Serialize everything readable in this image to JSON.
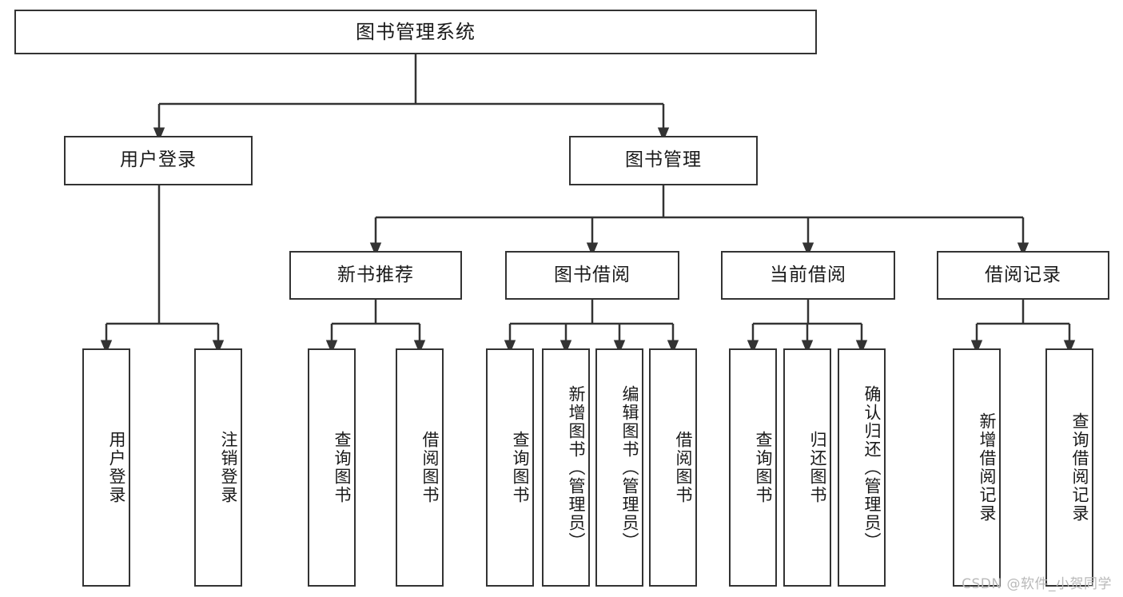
{
  "diagram": {
    "title": "图书管理系统",
    "type": "tree",
    "watermark": "CSDN @软件_小贺同学",
    "line_color": "#333333",
    "box_fill": "#ffffff",
    "text_color": "#1a1a1a",
    "watermark_color": "#b9b9b9",
    "root": {
      "label": "图书管理系统"
    },
    "level2": [
      {
        "label": "用户登录"
      },
      {
        "label": "图书管理"
      }
    ],
    "level3": [
      {
        "label": "新书推荐"
      },
      {
        "label": "图书借阅"
      },
      {
        "label": "当前借阅"
      },
      {
        "label": "借阅记录"
      }
    ],
    "leaves": {
      "user_login": [
        {
          "label": "用户登录"
        },
        {
          "label": "注销登录"
        }
      ],
      "new_book_recommend": [
        {
          "label": "查询图书"
        },
        {
          "label": "借阅图书"
        }
      ],
      "book_borrow": [
        {
          "label": "查询图书"
        },
        {
          "label": "新增图书（管理员）"
        },
        {
          "label": "编辑图书（管理员）"
        },
        {
          "label": "借阅图书"
        }
      ],
      "current_borrow": [
        {
          "label": "查询图书"
        },
        {
          "label": "归还图书"
        },
        {
          "label": "确认归还（管理员）"
        }
      ],
      "borrow_record": [
        {
          "label": "新增借阅记录"
        },
        {
          "label": "查询借阅记录"
        }
      ]
    }
  }
}
